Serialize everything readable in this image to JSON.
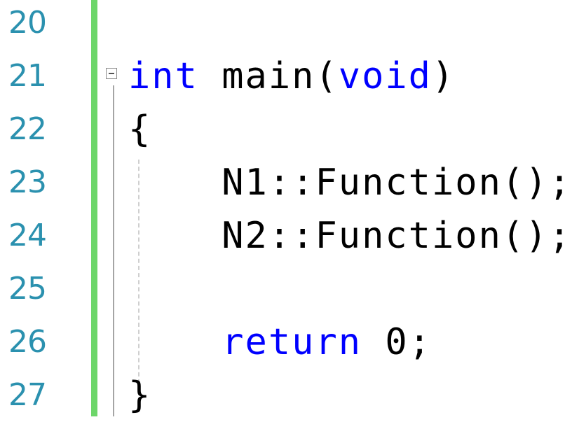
{
  "line_numbers": [
    "20",
    "21",
    "22",
    "23",
    "24",
    "25",
    "26",
    "27"
  ],
  "code": {
    "l21": {
      "kw_int": "int",
      "main": " main(",
      "kw_void": "void",
      "close": ")"
    },
    "l22": {
      "text": "{"
    },
    "l23": {
      "text": "    N1::Function();"
    },
    "l24": {
      "text": "    N2::Function();"
    },
    "l26": {
      "indent": "    ",
      "kw_return": "return",
      "rest": " 0;"
    },
    "l27": {
      "text": "}"
    }
  },
  "colors": {
    "line_number": "#2b91af",
    "keyword": "#0000ff",
    "change_bar": "#6dd66a",
    "text": "#000000",
    "background": "#ffffff"
  },
  "icons": {
    "collapse": "minus-box-icon"
  }
}
